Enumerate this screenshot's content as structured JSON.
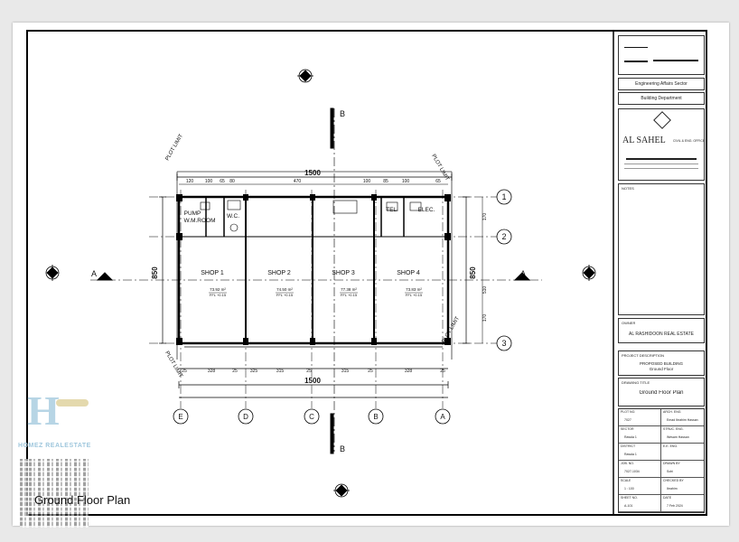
{
  "caption": "Ground Floor Plan",
  "watermark": {
    "text": "HOMEZ REALESTATE",
    "color": "#9fc7dd"
  },
  "plan": {
    "overall_width": "1500",
    "overall_height": "850",
    "grid_cols": [
      "E",
      "D",
      "C",
      "B",
      "A"
    ],
    "grid_rows": [
      "1",
      "2",
      "3"
    ],
    "section_marks": [
      "A",
      "A",
      "B",
      "B"
    ],
    "rooms": [
      {
        "name": "SHOP 1",
        "area": "73.92 m²"
      },
      {
        "name": "SHOP 2",
        "area": "74.50 m²"
      },
      {
        "name": "SHOP 3",
        "area": "77.38 m²"
      },
      {
        "name": "SHOP 4",
        "area": "73.83 m²"
      }
    ],
    "service_rooms": [
      "PUMP",
      "W.M.ROOM",
      "W.C.",
      "TEL.",
      "ELEC."
    ],
    "level": "FFL +0.15",
    "top_dims": [
      "120",
      "100",
      "65",
      "80",
      "470",
      "100",
      "85",
      "100",
      "65"
    ],
    "bottom_dims": [
      "25",
      "328",
      "25",
      "325",
      "315",
      "25",
      "315",
      "25",
      "328",
      "25"
    ],
    "side_dims": [
      "170",
      "510",
      "170"
    ],
    "limit_label": "PLOT LIMIT"
  },
  "title_block": {
    "company_title": "Engineering Affairs Sector",
    "department": "Building Department",
    "consultant": "AL SAHEL",
    "consultant_sub": "CIVIL & ENG. OFFICE",
    "notes_label": "NOTES",
    "owner_label": "OWNER",
    "owner": "AL RASHIDOON REAL ESTATE",
    "project_label": "PROJECT DESCRIPTION",
    "project": "PROPOSED BUILDING",
    "project_sub": "Ground Floor",
    "drawing_label": "DRAWING TITLE",
    "drawing_title": "Ground Floor Plan",
    "fields": [
      {
        "l": "PLOT NO.",
        "v": "7027"
      },
      {
        "l": "ARCH. ENG.",
        "v": "Emad Ibrahim Hassan"
      },
      {
        "l": "SECTOR",
        "v": "Rawda 1"
      },
      {
        "l": "STRUC. ENG.",
        "v": "Wesam Hassan"
      },
      {
        "l": "DISTRICT",
        "v": "Rawda 1"
      },
      {
        "l": "E.E. ENG.",
        "v": ""
      },
      {
        "l": "JOB. NO.",
        "v": "7027-1034"
      },
      {
        "l": "DRAWN BY",
        "v": "Sohi"
      },
      {
        "l": "SCALE",
        "v": "1 : 100"
      },
      {
        "l": "CHECKED BY",
        "v": "Ibrahim"
      },
      {
        "l": "SHEET NO.",
        "v": "A-101"
      },
      {
        "l": "DATE",
        "v": "7 Feb 2024"
      }
    ]
  }
}
